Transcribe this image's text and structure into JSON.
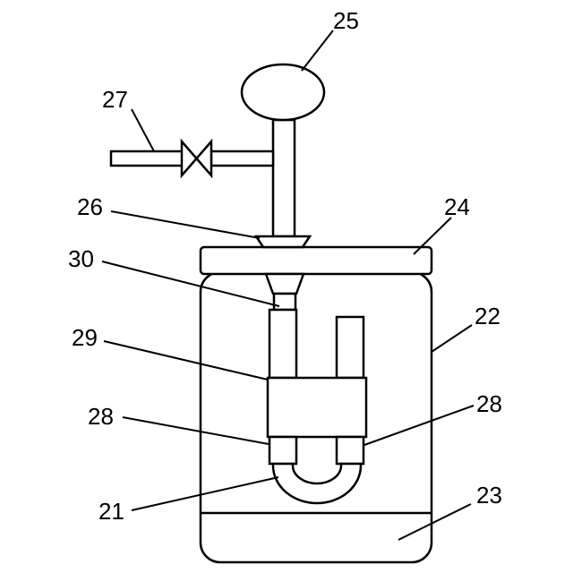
{
  "labels": {
    "l21": "21",
    "l22": "22",
    "l23": "23",
    "l24": "24",
    "l25": "25",
    "l26": "26",
    "l27": "27",
    "l28a": "28",
    "l28b": "28",
    "l29": "29",
    "l30": "30"
  },
  "colors": {
    "stroke": "#000000",
    "background": "#ffffff"
  }
}
